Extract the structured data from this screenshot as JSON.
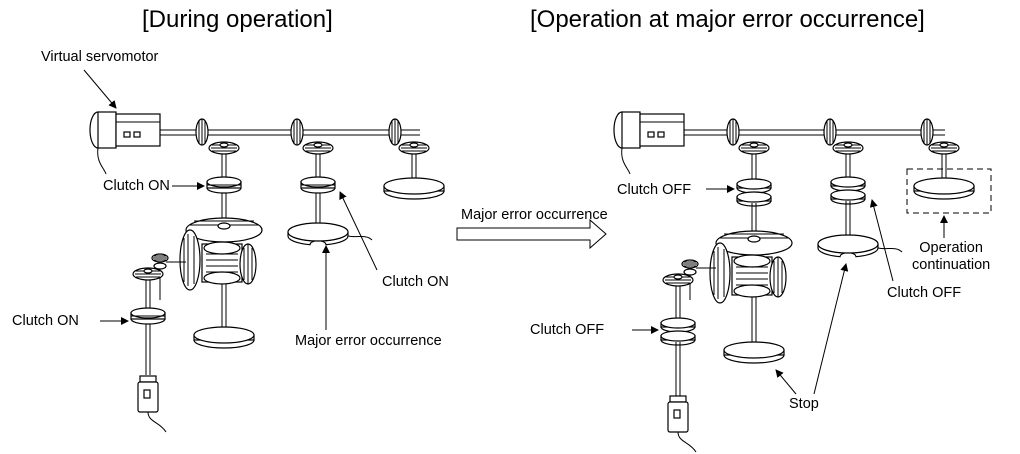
{
  "titles": {
    "during_operation": "[During operation]",
    "major_error": "[Operation at major error occurrence]"
  },
  "labels": {
    "virtual_servomotor": "Virtual servomotor",
    "left_clutch_on_top": "Clutch ON",
    "left_clutch_on_right": "Clutch ON",
    "left_clutch_on_bottom": "Clutch ON",
    "left_major_error": "Major error occurrence",
    "transition_arrow": "Major error occurrence",
    "right_clutch_off_top": "Clutch OFF",
    "right_clutch_off_right": "Clutch OFF",
    "right_clutch_off_bottom": "Clutch OFF",
    "right_operation_continuation": "Operation\ncontinuation",
    "right_stop": "Stop"
  }
}
